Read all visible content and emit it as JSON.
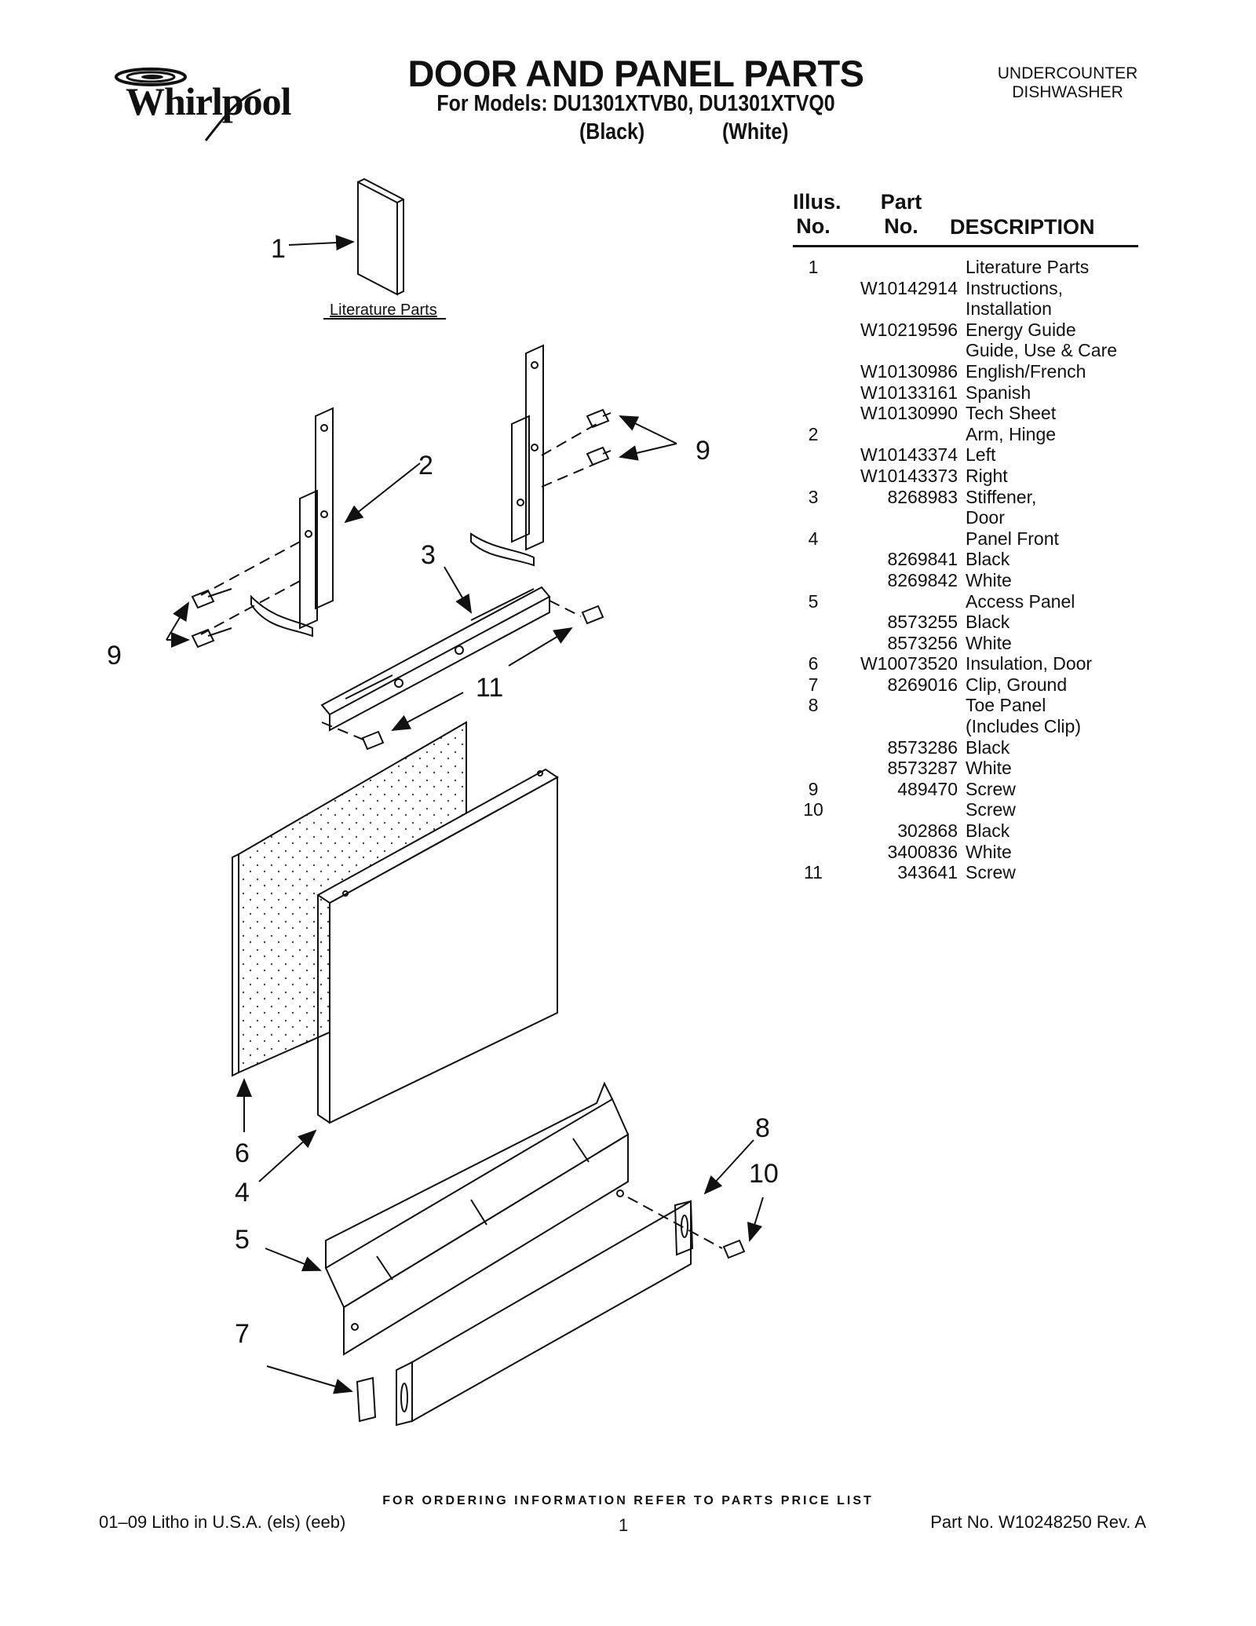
{
  "header": {
    "brand": "Whirlpool",
    "title": "DOOR AND PANEL PARTS",
    "models": "For Models: DU1301XTVB0, DU1301XTVQ0",
    "variants": [
      "(Black)",
      "(White)"
    ],
    "product": [
      "UNDERCOUNTER",
      "DISHWASHER"
    ]
  },
  "diagram": {
    "literature_label": "Literature Parts",
    "callouts": {
      "c1": "1",
      "c2": "2",
      "c3": "3",
      "c9a": "9",
      "c9b": "9",
      "c11": "11",
      "c6": "6",
      "c4": "4",
      "c5": "5",
      "c7": "7",
      "c8": "8",
      "c10": "10"
    }
  },
  "parts_table": {
    "headers": {
      "illus": [
        "Illus.",
        "No."
      ],
      "part": [
        "Part",
        "No."
      ],
      "description": "DESCRIPTION"
    },
    "rows": [
      {
        "illus": "1",
        "part": "",
        "desc": "Literature Parts"
      },
      {
        "illus": "",
        "part": "W10142914",
        "desc": "Instructions,"
      },
      {
        "illus": "",
        "part": "",
        "desc": "Installation"
      },
      {
        "illus": "",
        "part": "W10219596",
        "desc": "Energy Guide"
      },
      {
        "illus": "",
        "part": "",
        "desc": "Guide, Use & Care"
      },
      {
        "illus": "",
        "part": "W10130986",
        "desc": "English/French"
      },
      {
        "illus": "",
        "part": "W10133161",
        "desc": "Spanish"
      },
      {
        "illus": "",
        "part": "W10130990",
        "desc": "Tech Sheet"
      },
      {
        "illus": "2",
        "part": "",
        "desc": "Arm, Hinge"
      },
      {
        "illus": "",
        "part": "W10143374",
        "desc": "Left"
      },
      {
        "illus": "",
        "part": "W10143373",
        "desc": "Right"
      },
      {
        "illus": "3",
        "part": "8268983",
        "desc": "Stiffener,"
      },
      {
        "illus": "",
        "part": "",
        "desc": "Door"
      },
      {
        "illus": "4",
        "part": "",
        "desc": "Panel Front"
      },
      {
        "illus": "",
        "part": "8269841",
        "desc": "Black"
      },
      {
        "illus": "",
        "part": "8269842",
        "desc": "White"
      },
      {
        "illus": "5",
        "part": "",
        "desc": "Access Panel"
      },
      {
        "illus": "",
        "part": "8573255",
        "desc": "Black"
      },
      {
        "illus": "",
        "part": "8573256",
        "desc": "White"
      },
      {
        "illus": "6",
        "part": "W10073520",
        "desc": "Insulation, Door"
      },
      {
        "illus": "7",
        "part": "8269016",
        "desc": "Clip, Ground"
      },
      {
        "illus": "8",
        "part": "",
        "desc": "Toe Panel"
      },
      {
        "illus": "",
        "part": "",
        "desc": "(Includes Clip)"
      },
      {
        "illus": "",
        "part": "8573286",
        "desc": "Black"
      },
      {
        "illus": "",
        "part": "8573287",
        "desc": "White"
      },
      {
        "illus": "9",
        "part": "489470",
        "desc": "Screw"
      },
      {
        "illus": "10",
        "part": "",
        "desc": "Screw"
      },
      {
        "illus": "",
        "part": "302868",
        "desc": "Black"
      },
      {
        "illus": "",
        "part": "3400836",
        "desc": "White"
      },
      {
        "illus": "11",
        "part": "343641",
        "desc": "Screw"
      }
    ]
  },
  "footer": {
    "ordering": "FOR ORDERING INFORMATION REFER TO PARTS PRICE LIST",
    "litho": "01–09 Litho in U.S.A. (els) (eeb)",
    "page": "1",
    "part_no": "Part No. W10248250 Rev. A"
  }
}
